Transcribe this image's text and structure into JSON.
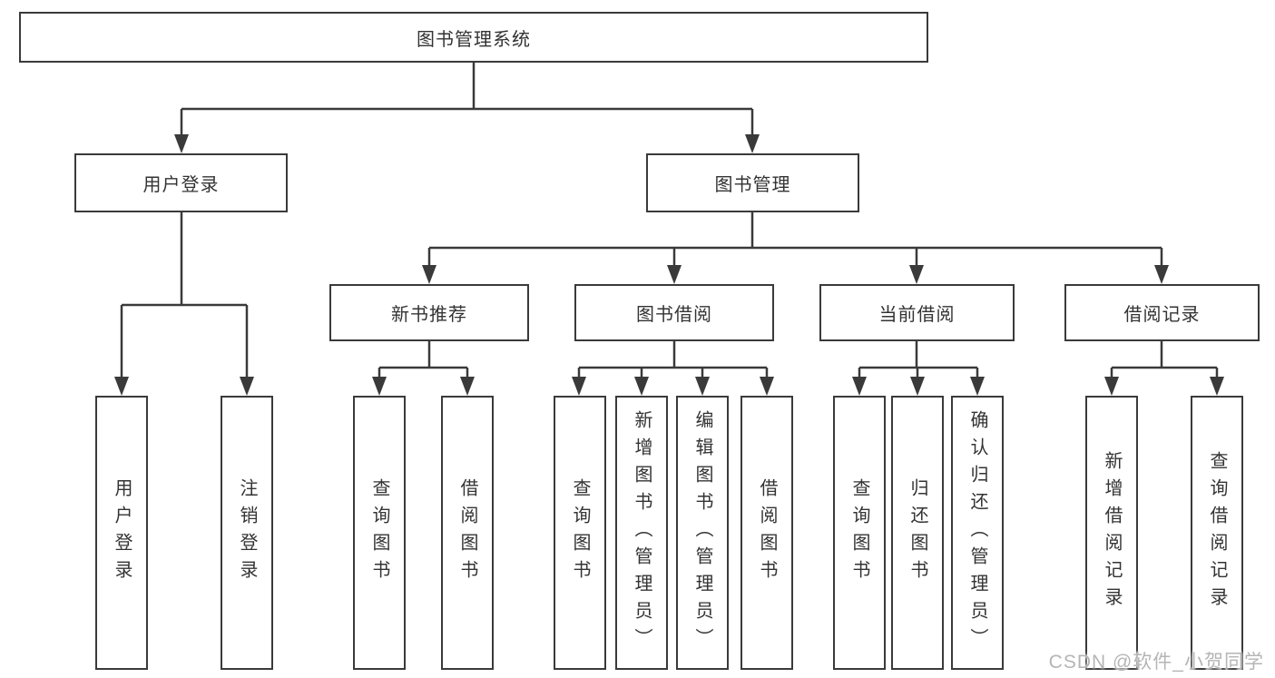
{
  "diagram": {
    "root": "图书管理系统",
    "user_login": {
      "label": "用户登录",
      "children": [
        "用户登录",
        "注销登录"
      ]
    },
    "book_mgmt": {
      "label": "图书管理",
      "sections": [
        {
          "label": "新书推荐",
          "children": [
            "查询图书",
            "借阅图书"
          ]
        },
        {
          "label": "图书借阅",
          "children": [
            "查询图书",
            "新增图书（管理员）",
            "编辑图书（管理员）",
            "借阅图书"
          ]
        },
        {
          "label": "当前借阅",
          "children": [
            "查询图书",
            "归还图书",
            "确认归还（管理员）"
          ]
        },
        {
          "label": "借阅记录",
          "children": [
            "新增借阅记录",
            "查询借阅记录"
          ]
        }
      ]
    },
    "watermark": "CSDN @软件_小贺同学"
  },
  "colors": {
    "line": "#3a3a3a",
    "box_border": "#3a3a3a",
    "text": "#333333",
    "watermark": "#b5b5b5",
    "background": "#ffffff"
  }
}
